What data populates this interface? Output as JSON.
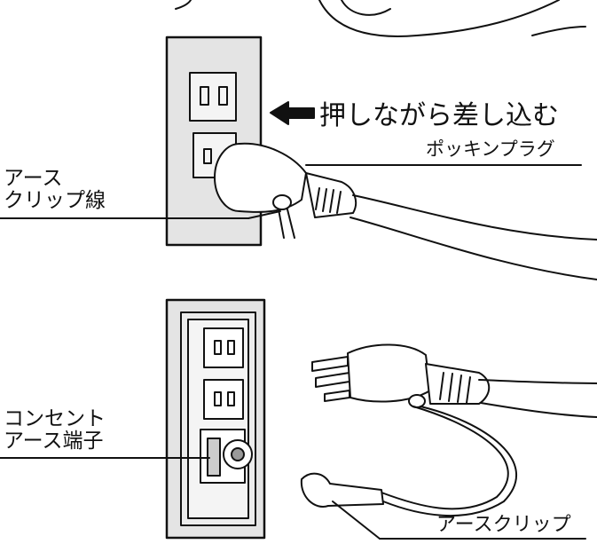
{
  "labels": {
    "push": "押しながら差し込む",
    "plug": "ポッキンプラグ",
    "clip_wire": [
      "アース",
      "クリップ線"
    ],
    "outlet": [
      "コンセント",
      "アース端子"
    ],
    "clip": "アースクリップ"
  },
  "icons": {
    "arrow": "push-arrow-icon"
  },
  "colors": {
    "ink": "#111111",
    "plate": "#e4e4e4",
    "background": "#ffffff"
  }
}
